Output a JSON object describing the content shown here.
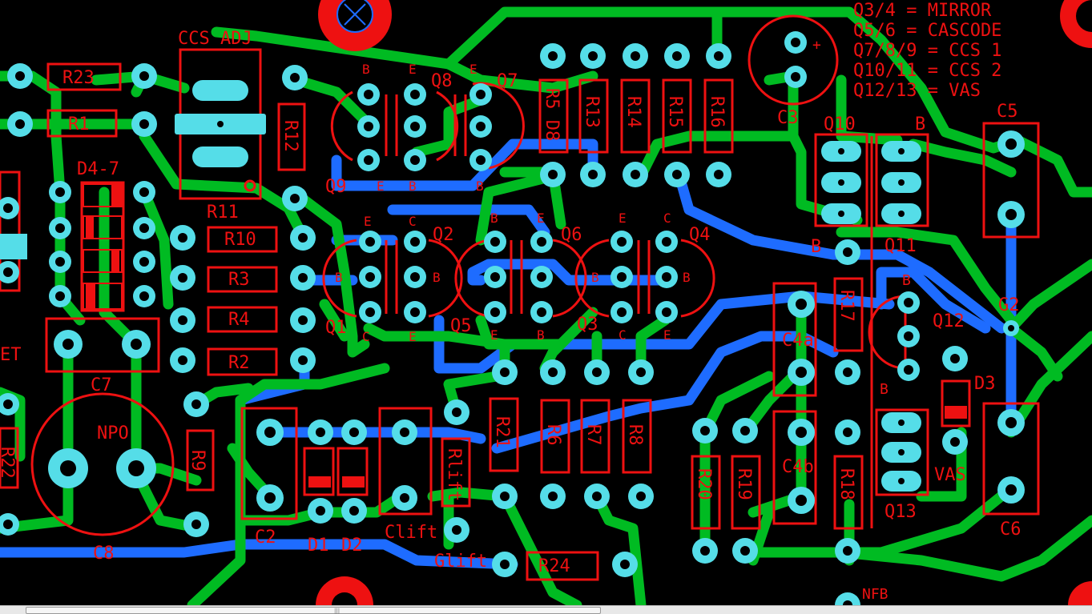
{
  "colors": {
    "background": "#000000",
    "top_copper": "#00bb22",
    "bottom_copper": "#1e6cff",
    "pad": "#55dde8",
    "silkscreen": "#ee1111"
  },
  "legend": [
    "Q3/4 = MIRROR",
    "Q5/6 = CASCODE",
    "Q7/8/9 = CCS 1",
    "Q10/11 = CCS 2",
    "Q12/13 = VAS"
  ],
  "labels": {
    "ccs_adj": "CCS ADJ",
    "r23": "R23",
    "r1": "R1",
    "d4_7": "D4-7",
    "r11": "R11",
    "r12": "R12",
    "r10": "R10",
    "r3": "R3",
    "r4": "R4",
    "r2": "R2",
    "c7": "C7",
    "npo": "NPO",
    "c8": "C8",
    "r9": "R9",
    "r22": "R22",
    "et": "ET",
    "c2": "C2",
    "d1": "D1",
    "d2": "D2",
    "clift": "Clift",
    "rlift": "Rlift",
    "glift": "Glift",
    "r24": "R24",
    "r21": "R21",
    "r6": "R6",
    "r7": "R7",
    "r8": "R8",
    "r20": "R20",
    "r19": "R19",
    "r18": "R18",
    "r17": "R17",
    "c4a": "C4a",
    "c4b": "C4b",
    "q13": "Q13",
    "vas": "VAS",
    "c6": "C6",
    "d3": "D3",
    "g2": "G2",
    "q12": "Q12",
    "c5": "C5",
    "q10": "Q10",
    "q11": "Q11",
    "c3": "C3",
    "r5": "R5",
    "d8": "D8",
    "r13": "R13",
    "r14": "R14",
    "r15": "R15",
    "r16": "R16",
    "q7": "Q7",
    "q8": "Q8",
    "q9": "Q9",
    "q1": "Q1",
    "q2": "Q2",
    "q3": "Q3",
    "q4": "Q4",
    "q5": "Q5",
    "q6": "Q6",
    "nfb": "NFB",
    "plus": "+",
    "pin_b": "B",
    "pin_c": "C",
    "pin_e": "E"
  }
}
